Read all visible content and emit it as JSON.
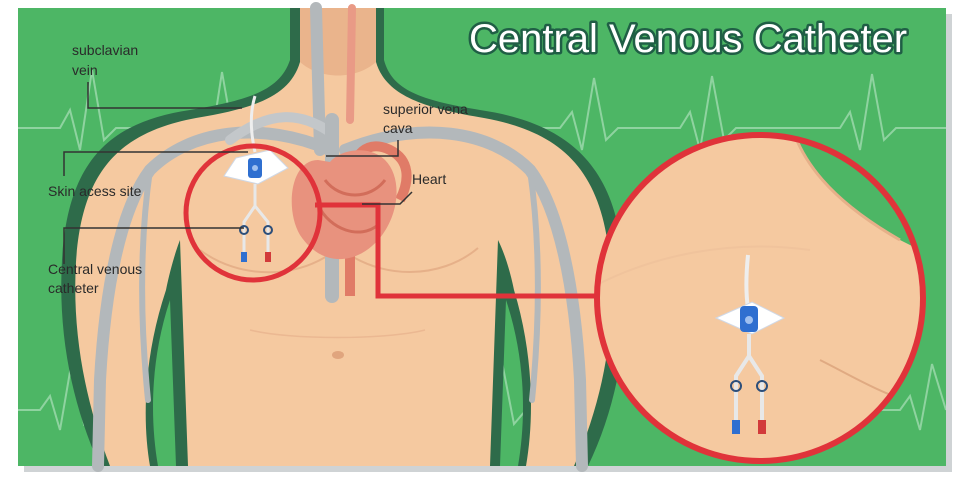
{
  "title": "Central Venous Catheter",
  "labels": {
    "subclavian_vein_line1": "subclavian",
    "subclavian_vein_line2": "vein",
    "superior_vena_cava_line1": "superior vena",
    "superior_vena_cava_line2": "cava",
    "skin_access_site": "Skin acess site",
    "heart": "Heart",
    "central_venous_catheter_line1": "Central venous",
    "central_venous_catheter_line2": "catheter"
  },
  "colors": {
    "background_green": "#4db665",
    "ecg_line": "#8fd3a0",
    "skin": "#f5c9a0",
    "skin_shadow": "#e6b089",
    "body_outline": "#2e6b4a",
    "vein_gray": "#b3b8bb",
    "artery_red": "#e07b67",
    "highlight_red": "#e0333a",
    "catheter_blue": "#2f6fd0",
    "label_text": "#2a2a2a"
  }
}
